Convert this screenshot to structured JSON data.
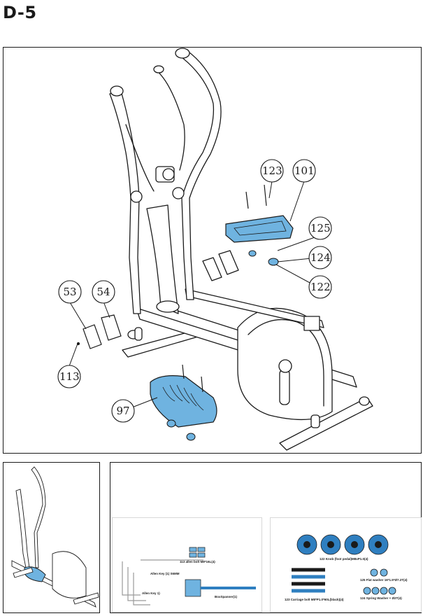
{
  "step": {
    "title": "D-5"
  },
  "callouts": [
    {
      "id": "c123",
      "label": "123"
    },
    {
      "id": "c101",
      "label": "101"
    },
    {
      "id": "c125",
      "label": "125"
    },
    {
      "id": "c124",
      "label": "124"
    },
    {
      "id": "c122",
      "label": "122"
    },
    {
      "id": "c53",
      "label": "53"
    },
    {
      "id": "c54",
      "label": "54"
    },
    {
      "id": "c113",
      "label": "113"
    },
    {
      "id": "c97",
      "label": "97"
    }
  ],
  "hardware_left": {
    "allen_bolt": "113 allen bolt M8*16L(4)",
    "allen_key_1": "Allen Key (1) S6MM",
    "allen_key_2": "Allen Key 1)",
    "box_spanner": "BoxSpanner(1)"
  },
  "hardware_right": {
    "knob": "122 Knob (foot pedal)M8xP1.0(4)",
    "carriage_bolt": "123 Carriage bolt M8*P1.0*60L(black)(4)",
    "flat_washer": "125 Flat washer 16*1.5*Ø7.2T(4)",
    "spring_washer": "124 Spring Washer + Ø2T(4)"
  },
  "colors": {
    "highlight": "#6fb3e0",
    "highlight_dark": "#2f7fc0",
    "line": "#1a1a1a"
  }
}
